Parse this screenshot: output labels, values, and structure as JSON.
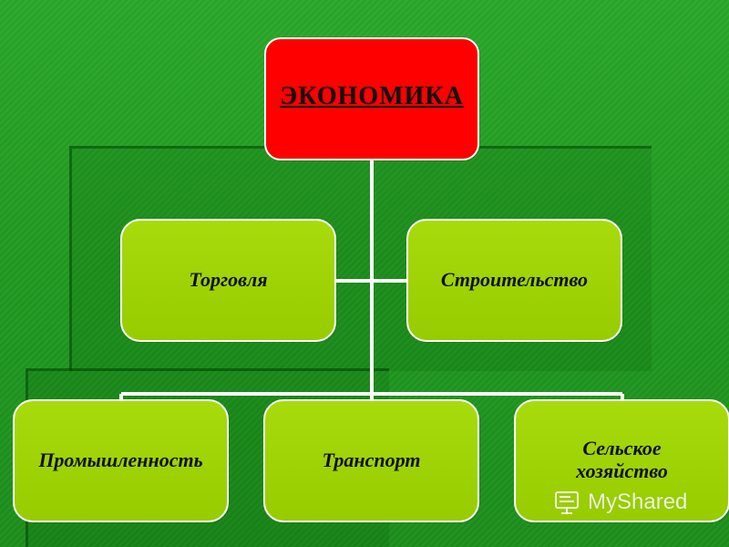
{
  "diagram": {
    "root": "ЭКОНОМИКА",
    "nodes": {
      "trade": "Торговля",
      "construction": "Строительство",
      "industry": "Промышленность",
      "transport": "Транспорт",
      "agriculture": "Сельское хозяйство"
    }
  },
  "watermark": {
    "text": "MyShared",
    "icon": "presentation-icon"
  },
  "colors": {
    "background": "#219a21",
    "root": "#ff0000",
    "node": "#9ed20a",
    "connector": "#ffffff"
  }
}
